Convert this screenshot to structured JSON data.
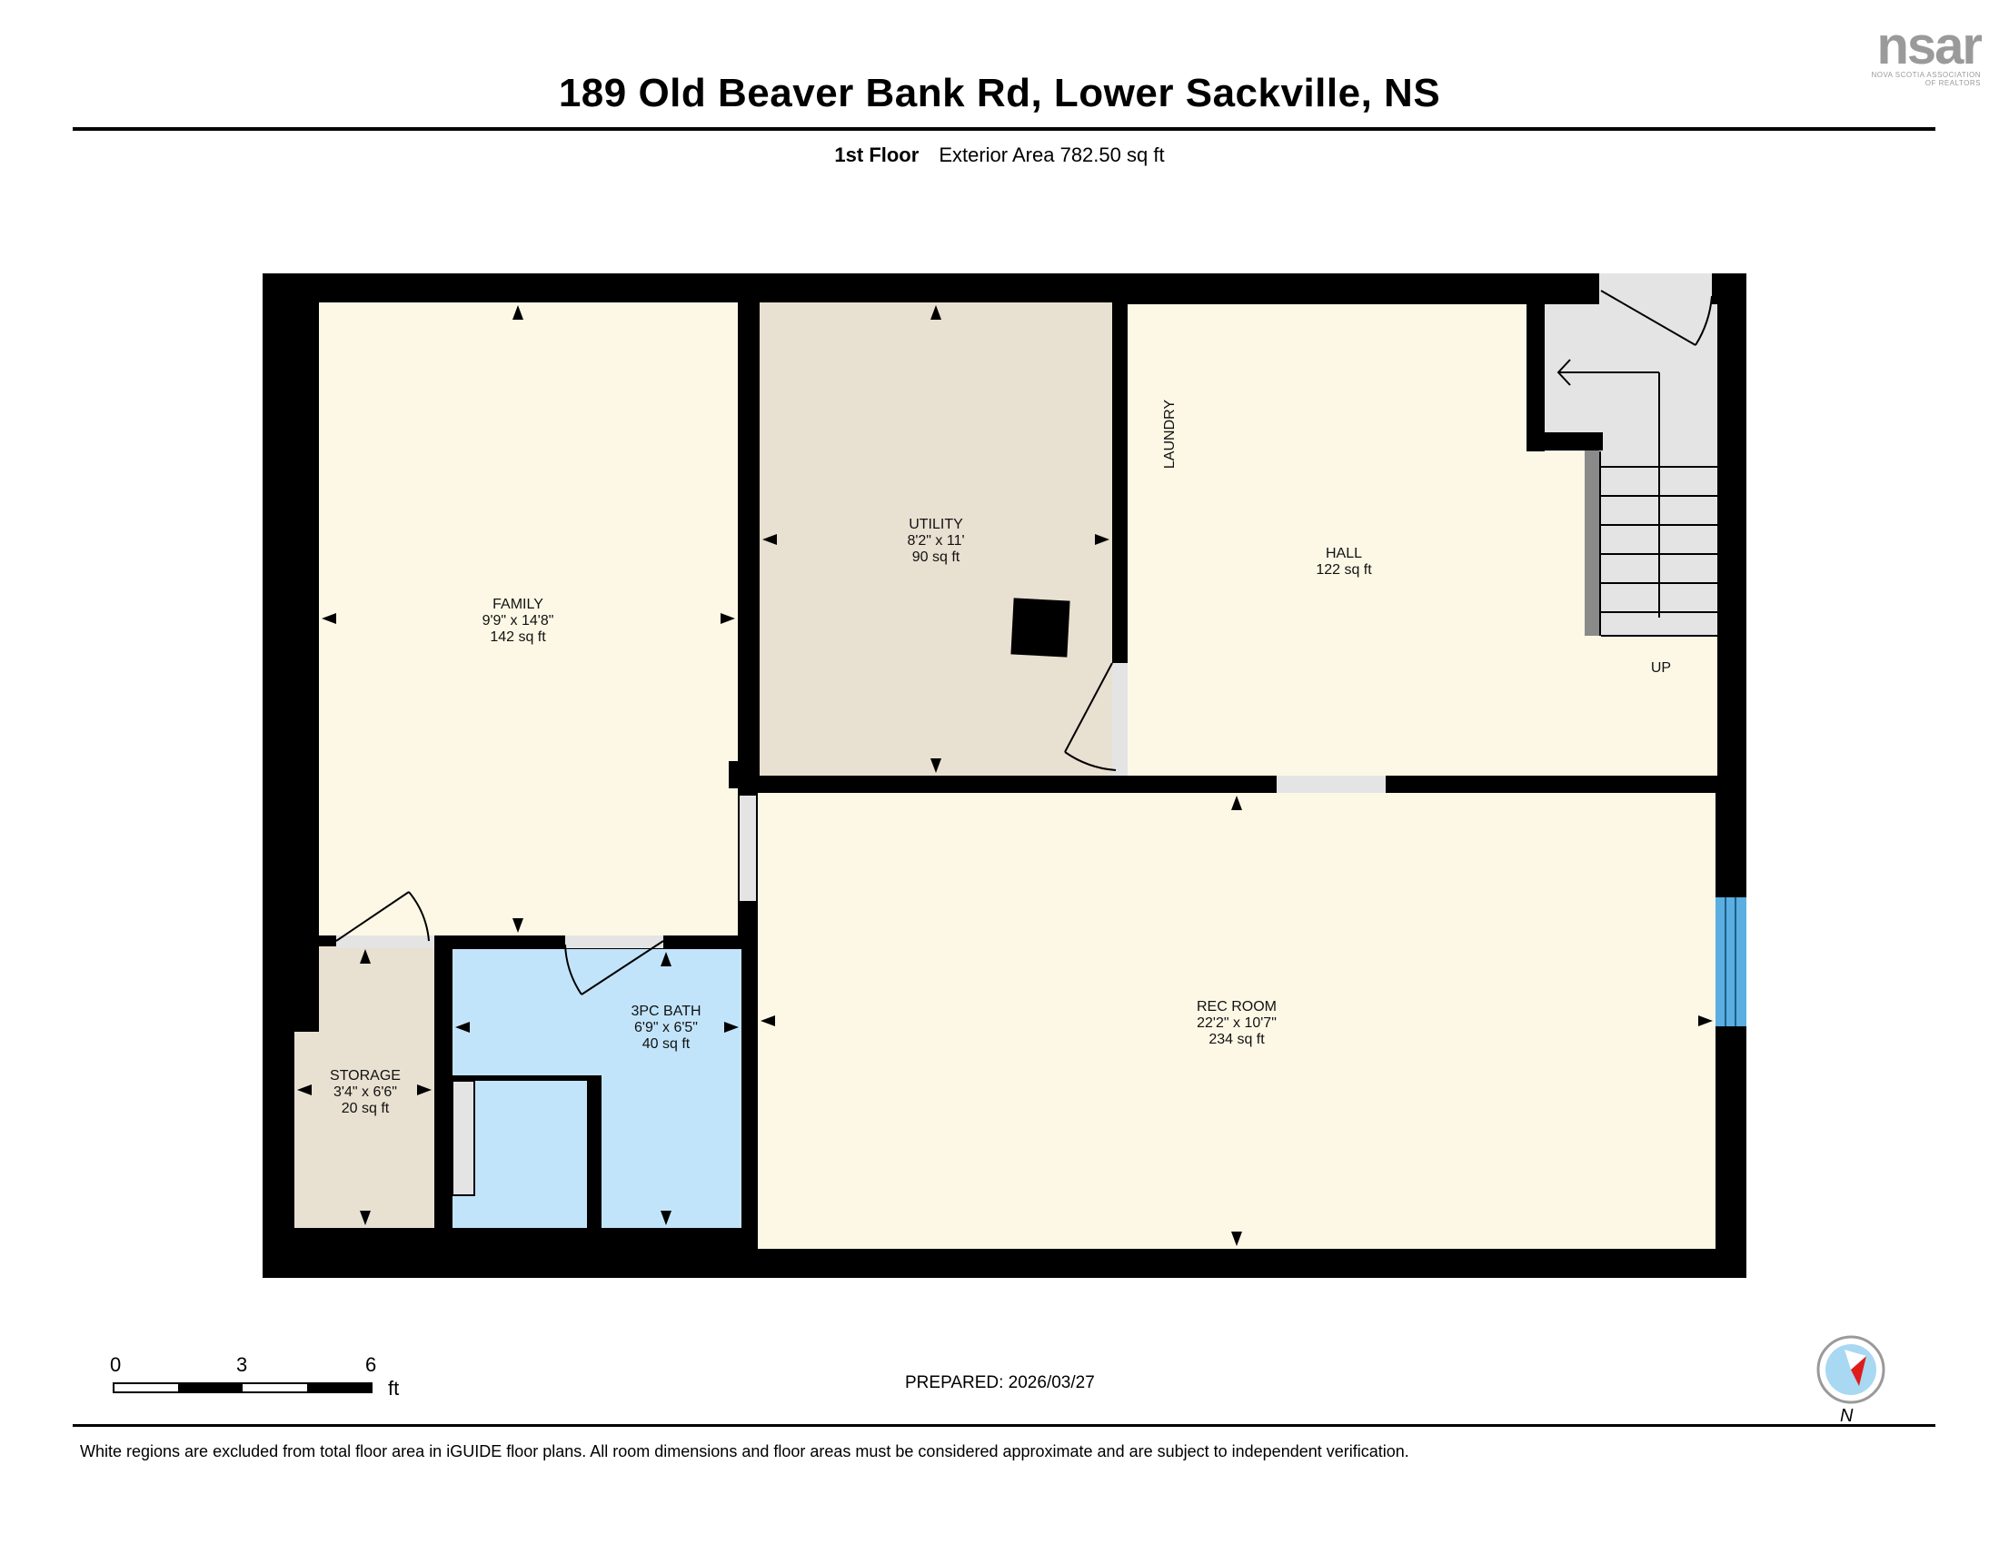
{
  "header": {
    "address": "189 Old Beaver Bank Rd, Lower Sackville, NS",
    "floor_label": "1st Floor",
    "exterior_area": "Exterior Area 782.50 sq ft"
  },
  "logo": {
    "mark": "nsar",
    "tagline_1": "NOVA SCOTIA ASSOCIATION",
    "tagline_2": "OF REALTORS"
  },
  "rooms": {
    "family": {
      "name": "FAMILY",
      "dims": "9'9\" x 14'8\"",
      "area": "142 sq ft",
      "color": "#fdf8e6"
    },
    "utility": {
      "name": "UTILITY",
      "dims": "8'2\" x 11'",
      "area": "90 sq ft",
      "color": "#e8e0d1"
    },
    "laundry": {
      "name": "LAUNDRY"
    },
    "hall": {
      "name": "HALL",
      "area": "122 sq ft",
      "color": "#fdf8e6"
    },
    "up": {
      "name": "UP"
    },
    "storage": {
      "name": "STORAGE",
      "dims": "3'4\" x 6'6\"",
      "area": "20 sq ft",
      "color": "#e8e0d1"
    },
    "bath": {
      "name": "3PC BATH",
      "dims": "6'9\" x 6'5\"",
      "area": "40 sq ft",
      "color": "#c2e4fa"
    },
    "rec": {
      "name": "REC ROOM",
      "dims": "22'2\" x 10'7\"",
      "area": "234 sq ft",
      "color": "#fdf8e6"
    }
  },
  "scale": {
    "labels": [
      "0",
      "3",
      "6"
    ],
    "unit": "ft"
  },
  "footer": {
    "prepared": "PREPARED: 2026/03/27",
    "disclaimer": "White regions are excluded from total floor area in iGUIDE floor plans. All room dimensions and floor areas must be considered approximate and are subject to independent verification."
  },
  "compass": {
    "label": "N"
  },
  "colors": {
    "wall": "#000000",
    "window": "#5aaee0",
    "stairs": "#e4e4e4"
  }
}
